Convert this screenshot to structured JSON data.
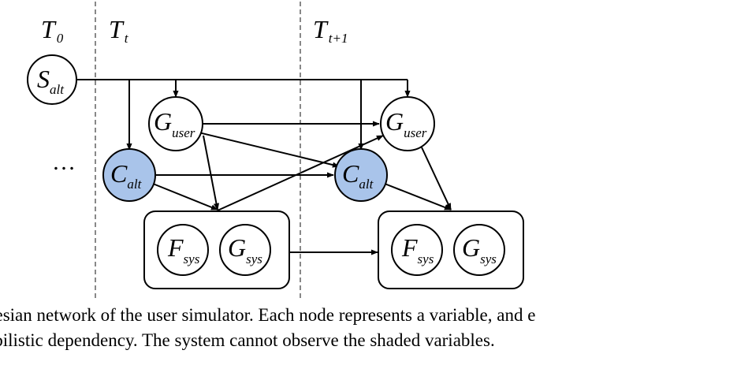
{
  "time_labels": [
    {
      "main": "T",
      "sub": "0"
    },
    {
      "main": "T",
      "sub": "t"
    },
    {
      "main": "T",
      "sub": "t+1"
    }
  ],
  "ellipsis": "…",
  "nodes": {
    "s_alt": {
      "main": "S",
      "sub": "alt"
    },
    "g_user_1": {
      "main": "G",
      "sub": "user"
    },
    "c_alt_1": {
      "main": "C",
      "sub": "alt"
    },
    "f_sys_1": {
      "main": "F",
      "sub": "sys"
    },
    "g_sys_1": {
      "main": "G",
      "sub": "sys"
    },
    "g_user_2": {
      "main": "G",
      "sub": "user"
    },
    "c_alt_2": {
      "main": "C",
      "sub": "alt"
    },
    "f_sys_2": {
      "main": "F",
      "sub": "sys"
    },
    "g_sys_2": {
      "main": "G",
      "sub": "sys"
    }
  },
  "colors": {
    "shaded_node": "#a9c4ea",
    "divider": "#888888",
    "stroke": "#000000"
  },
  "caption": {
    "line1": "yesian network of the user simulator. Each node represents a variable, and e",
    "line2": "abilistic dependency. The system cannot observe the shaded variables."
  }
}
